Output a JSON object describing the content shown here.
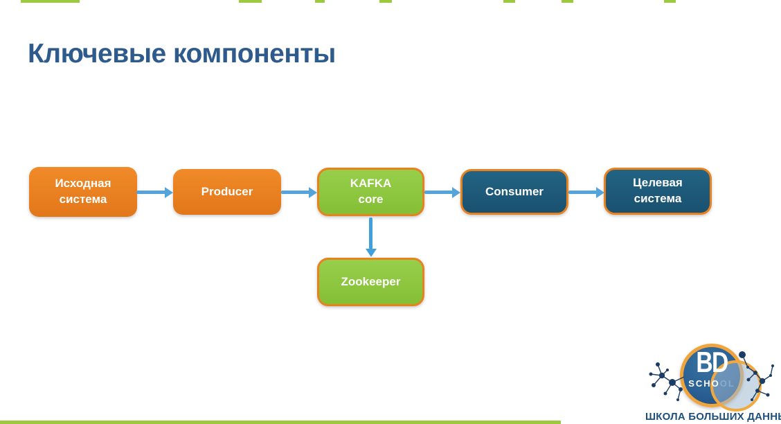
{
  "slide": {
    "title": "Ключевые компоненты"
  },
  "colors": {
    "title": "#2E5B8C",
    "box_orange": "#E8821E",
    "box_green": "#8EC741",
    "box_dark_blue": "#1E5B7B",
    "box_border_orange": "#E8821E",
    "arrow_blue_horizontal": "#55A3DB",
    "arrow_blue_vertical": "#41A0DC",
    "accent_green": "#9CC93E",
    "logo_navy": "#1F4E79",
    "logo_circle_blue": "#2B6095",
    "logo_ring_orange": "#F0A43C"
  },
  "diagram": {
    "nodes": [
      {
        "id": "source-system",
        "style": "orange",
        "lines": [
          "Исходная",
          "система"
        ]
      },
      {
        "id": "producer",
        "style": "orange",
        "lines": [
          "Producer"
        ]
      },
      {
        "id": "kafka-core",
        "style": "green",
        "lines": [
          "KAFKA",
          "core"
        ]
      },
      {
        "id": "consumer",
        "style": "blue",
        "lines": [
          "Consumer"
        ]
      },
      {
        "id": "target-system",
        "style": "blue",
        "lines": [
          "Целевая",
          "система"
        ]
      },
      {
        "id": "zookeeper",
        "style": "green",
        "lines": [
          "Zookeeper"
        ]
      }
    ],
    "edges": [
      {
        "from": "source-system",
        "to": "producer",
        "direction": "right"
      },
      {
        "from": "producer",
        "to": "kafka-core",
        "direction": "right"
      },
      {
        "from": "kafka-core",
        "to": "consumer",
        "direction": "right"
      },
      {
        "from": "consumer",
        "to": "target-system",
        "direction": "right"
      },
      {
        "from": "kafka-core",
        "to": "zookeeper",
        "direction": "down"
      }
    ]
  },
  "logo": {
    "bd": "BD",
    "school_prefix": "SCHO",
    "school_suffix": "OL",
    "caption": "ШКОЛА БОЛЬШИХ ДАННЫХ"
  }
}
